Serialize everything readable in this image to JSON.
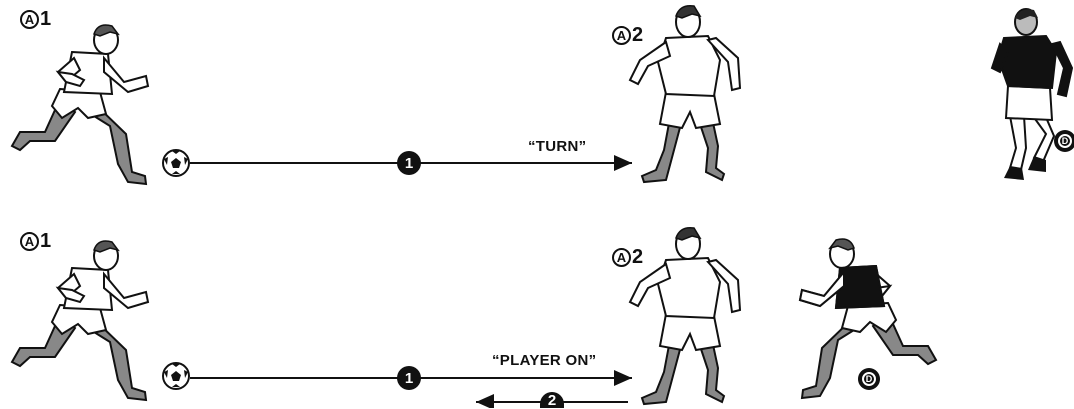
{
  "diagram": {
    "top": {
      "attacker_a1": {
        "letter": "A",
        "number": "1"
      },
      "attacker_a2": {
        "letter": "A",
        "number": "2"
      },
      "defender": {
        "letter": "D"
      },
      "pass": {
        "step": "1"
      },
      "callout": "“TURN”"
    },
    "bottom": {
      "attacker_a1": {
        "letter": "A",
        "number": "1"
      },
      "attacker_a2": {
        "letter": "A",
        "number": "2"
      },
      "defender": {
        "letter": "D"
      },
      "pass": {
        "step": "1"
      },
      "return_pass": {
        "step": "2"
      },
      "callout": "“PLAYER ON”"
    }
  }
}
